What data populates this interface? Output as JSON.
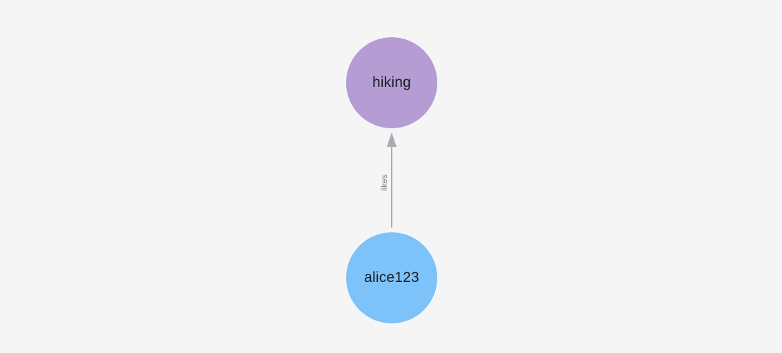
{
  "canvas": {
    "background_color": "#f5f5f6"
  },
  "graph": {
    "nodes": [
      {
        "label": "hiking",
        "color": "#b59cd3",
        "text_color": "#1a1b1f"
      },
      {
        "label": "alice123",
        "color": "#7dc2f8",
        "text_color": "#1a1b1f"
      }
    ],
    "edges": [
      {
        "label": "likes",
        "from": "alice123",
        "to": "hiking",
        "direction": "up",
        "line_color": "#a9abb6",
        "label_color": "#87878c"
      }
    ]
  }
}
